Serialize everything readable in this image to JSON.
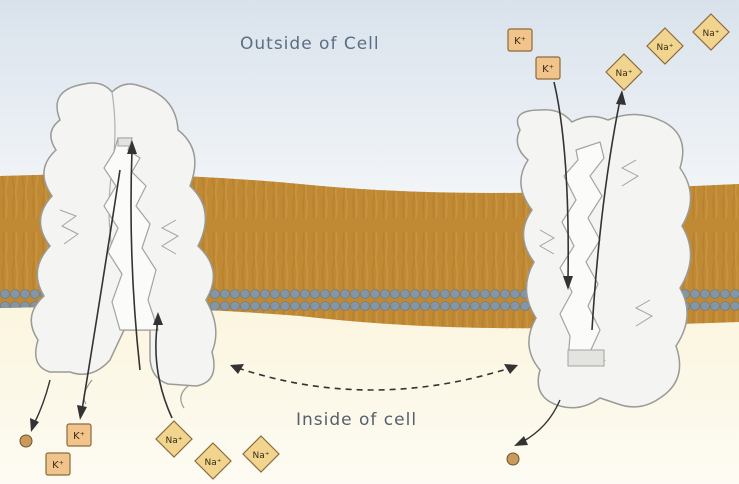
{
  "diagram": {
    "labels": {
      "outside": "Outside of Cell",
      "inside": "Inside of cell"
    },
    "ions": {
      "potassium": "K⁺",
      "sodium": "Na⁺"
    },
    "colors": {
      "outside_top": "#dfe6ef",
      "outside_bottom": "#f7f8fa",
      "inside": "#fbf6e3",
      "lipid_tail": "#c08a35",
      "lipid_head": "#7c93ab",
      "protein": "#f4f4f2",
      "protein_outline": "#9a9a96",
      "ion_box": "#f0c48a",
      "na_diamond": "#f1d58f",
      "arrow": "#333333"
    }
  }
}
